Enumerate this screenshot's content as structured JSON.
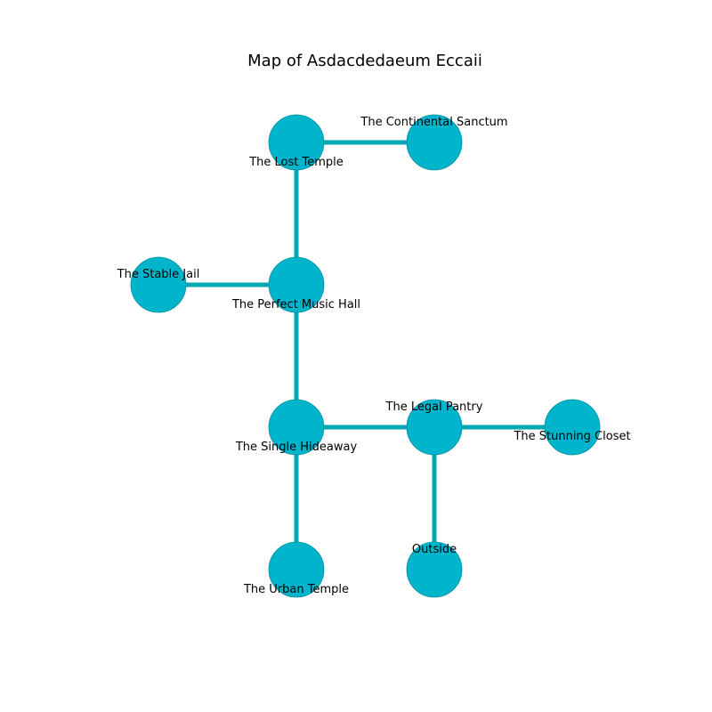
{
  "title": "Map of Asdacdedaeum Eccaii",
  "colors": {
    "node_fill": "#00b4cc",
    "node_stroke": "#0a8ea0",
    "edge": "#00a8b0"
  },
  "nodes": [
    {
      "id": "lost_temple",
      "label": "The Lost Temple",
      "col": 1,
      "row": 0
    },
    {
      "id": "continental_sanctum",
      "label": "The Continental Sanctum",
      "col": 2,
      "row": 0
    },
    {
      "id": "stable_jail",
      "label": "The Stable Jail",
      "col": 0,
      "row": 1
    },
    {
      "id": "perfect_music_hall",
      "label": "The Perfect Music Hall",
      "col": 1,
      "row": 1
    },
    {
      "id": "single_hideaway",
      "label": "The Single Hideaway",
      "col": 1,
      "row": 2
    },
    {
      "id": "legal_pantry",
      "label": "The Legal Pantry",
      "col": 2,
      "row": 2
    },
    {
      "id": "stunning_closet",
      "label": "The Stunning Closet",
      "col": 3,
      "row": 2
    },
    {
      "id": "urban_temple",
      "label": "The Urban Temple",
      "col": 1,
      "row": 3
    },
    {
      "id": "outside",
      "label": "Outside",
      "col": 2,
      "row": 3
    }
  ],
  "edges": [
    [
      "lost_temple",
      "continental_sanctum"
    ],
    [
      "lost_temple",
      "perfect_music_hall"
    ],
    [
      "stable_jail",
      "perfect_music_hall"
    ],
    [
      "perfect_music_hall",
      "single_hideaway"
    ],
    [
      "single_hideaway",
      "legal_pantry"
    ],
    [
      "legal_pantry",
      "stunning_closet"
    ],
    [
      "single_hideaway",
      "urban_temple"
    ],
    [
      "legal_pantry",
      "outside"
    ]
  ]
}
